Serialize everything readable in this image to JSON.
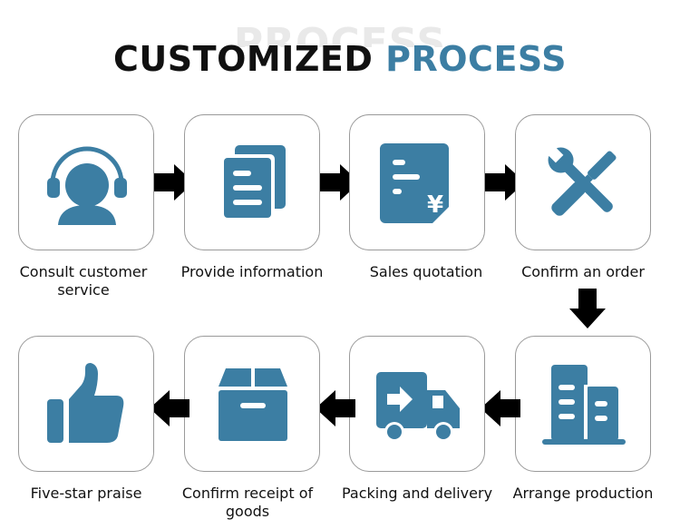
{
  "header": {
    "watermark": "PROCESS",
    "title_part1": "CUSTOMIZED",
    "title_part2": "PROCESS"
  },
  "colors": {
    "icon": "#3c7ea3",
    "arrow": "#000000",
    "border": "#9a9a9a",
    "title_accent": "#3c7ea3"
  },
  "steps": [
    {
      "label": "Consult customer service",
      "icon": "customer-service-icon"
    },
    {
      "label": "Provide information",
      "icon": "documents-icon"
    },
    {
      "label": "Sales quotation",
      "icon": "quotation-icon"
    },
    {
      "label": "Confirm an order",
      "icon": "tools-icon"
    },
    {
      "label": "Arrange production",
      "icon": "factory-icon"
    },
    {
      "label": "Packing and delivery",
      "icon": "delivery-truck-icon"
    },
    {
      "label": "Confirm receipt of goods",
      "icon": "package-box-icon"
    },
    {
      "label": "Five-star praise",
      "icon": "thumbs-up-icon"
    }
  ],
  "icon_text": {
    "yen": "¥"
  }
}
